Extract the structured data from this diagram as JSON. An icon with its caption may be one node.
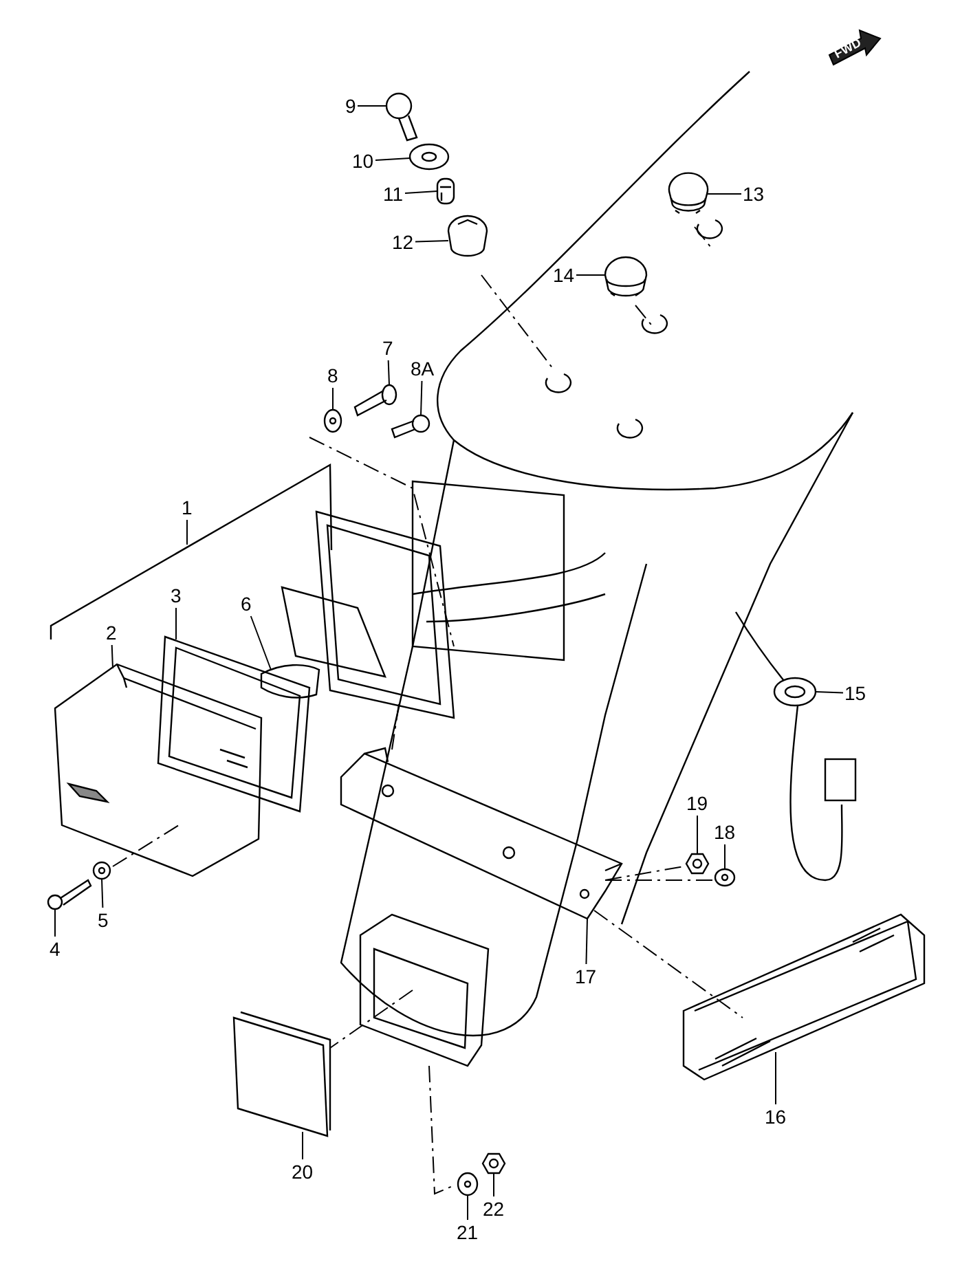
{
  "diagram": {
    "nodes": [
      {
        "text": [
          "1"
        ]
      },
      {
        "text": [
          "2"
        ]
      },
      {
        "text": [
          "3"
        ]
      },
      {
        "text": [
          "4"
        ]
      },
      {
        "text": [
          "5"
        ]
      },
      {
        "text": [
          "6"
        ]
      },
      {
        "text": [
          "7"
        ]
      },
      {
        "text": [
          "8"
        ]
      },
      {
        "text": [
          "8A"
        ]
      },
      {
        "text": [
          "9"
        ]
      },
      {
        "text": [
          "10"
        ]
      },
      {
        "text": [
          "11"
        ]
      },
      {
        "text": [
          "12"
        ]
      },
      {
        "text": [
          "13"
        ]
      },
      {
        "text": [
          "14"
        ]
      },
      {
        "text": [
          "15"
        ]
      },
      {
        "text": [
          "16"
        ]
      },
      {
        "text": [
          "17"
        ]
      },
      {
        "text": [
          "18"
        ]
      },
      {
        "text": [
          "19"
        ]
      },
      {
        "text": [
          "20"
        ]
      },
      {
        "text": [
          "21"
        ]
      },
      {
        "text": [
          "22"
        ]
      },
      {
        "text": [],
        "shape": "picture"
      },
      {
        "text": [],
        "shape": "picture"
      },
      {
        "text": [],
        "shape": "picture"
      },
      {
        "text": [],
        "shape": "picture"
      },
      {
        "text": [],
        "shape": "picture"
      },
      {
        "text": [],
        "shape": "picture"
      },
      {
        "text": [],
        "shape": "picture"
      },
      {
        "text": [],
        "shape": "picture"
      },
      {
        "text": [],
        "shape": "picture"
      },
      {
        "text": [],
        "shape": "picture"
      },
      {
        "text": [],
        "shape": "picture"
      },
      {
        "text": [],
        "shape": "picture"
      },
      {
        "text": [],
        "shape": "picture"
      },
      {
        "text": [],
        "shape": "picture"
      },
      {
        "text": [],
        "shape": "picture"
      },
      {
        "text": [],
        "shape": "picture"
      },
      {
        "text": [],
        "shape": "picture"
      },
      {
        "text": [],
        "shape": "picture"
      },
      {
        "text": [],
        "shape": "picture"
      },
      {
        "text": [],
        "shape": "picture"
      },
      {
        "text": [],
        "shape": "picture"
      },
      {
        "text": [],
        "shape": "picture"
      }
    ],
    "edges": [
      {
        "from": 0,
        "to": null,
        "arrow": "none"
      },
      {
        "from": 1,
        "to": 23,
        "arrow": "none"
      },
      {
        "from": 2,
        "to": 24,
        "arrow": "none"
      },
      {
        "from": 3,
        "to": 25,
        "arrow": "none"
      },
      {
        "from": 4,
        "to": 26,
        "arrow": "none"
      },
      {
        "from": 5,
        "to": 27,
        "arrow": "none"
      },
      {
        "from": 6,
        "to": 28,
        "arrow": "none"
      },
      {
        "from": 7,
        "to": 29,
        "arrow": "none"
      },
      {
        "from": 8,
        "to": 30,
        "arrow": "none"
      },
      {
        "from": 9,
        "to": 31,
        "arrow": "none"
      },
      {
        "from": 10,
        "to": 32,
        "arrow": "none"
      },
      {
        "from": 11,
        "to": 33,
        "arrow": "none"
      },
      {
        "from": 12,
        "to": 34,
        "arrow": "none"
      },
      {
        "from": 13,
        "to": 35,
        "arrow": "none"
      },
      {
        "from": 14,
        "to": 36,
        "arrow": "none"
      },
      {
        "from": 15,
        "to": 37,
        "arrow": "none"
      },
      {
        "from": 16,
        "to": 38,
        "arrow": "none"
      },
      {
        "from": 17,
        "to": 39,
        "arrow": "none"
      },
      {
        "from": 18,
        "to": 40,
        "arrow": "none"
      },
      {
        "from": 19,
        "to": 41,
        "arrow": "none"
      },
      {
        "from": 20,
        "to": 42,
        "arrow": "none"
      },
      {
        "from": 21,
        "to": 43,
        "arrow": "none"
      },
      {
        "from": 22,
        "to": 44,
        "arrow": "none"
      }
    ],
    "labels": [
      "FWD"
    ]
  }
}
